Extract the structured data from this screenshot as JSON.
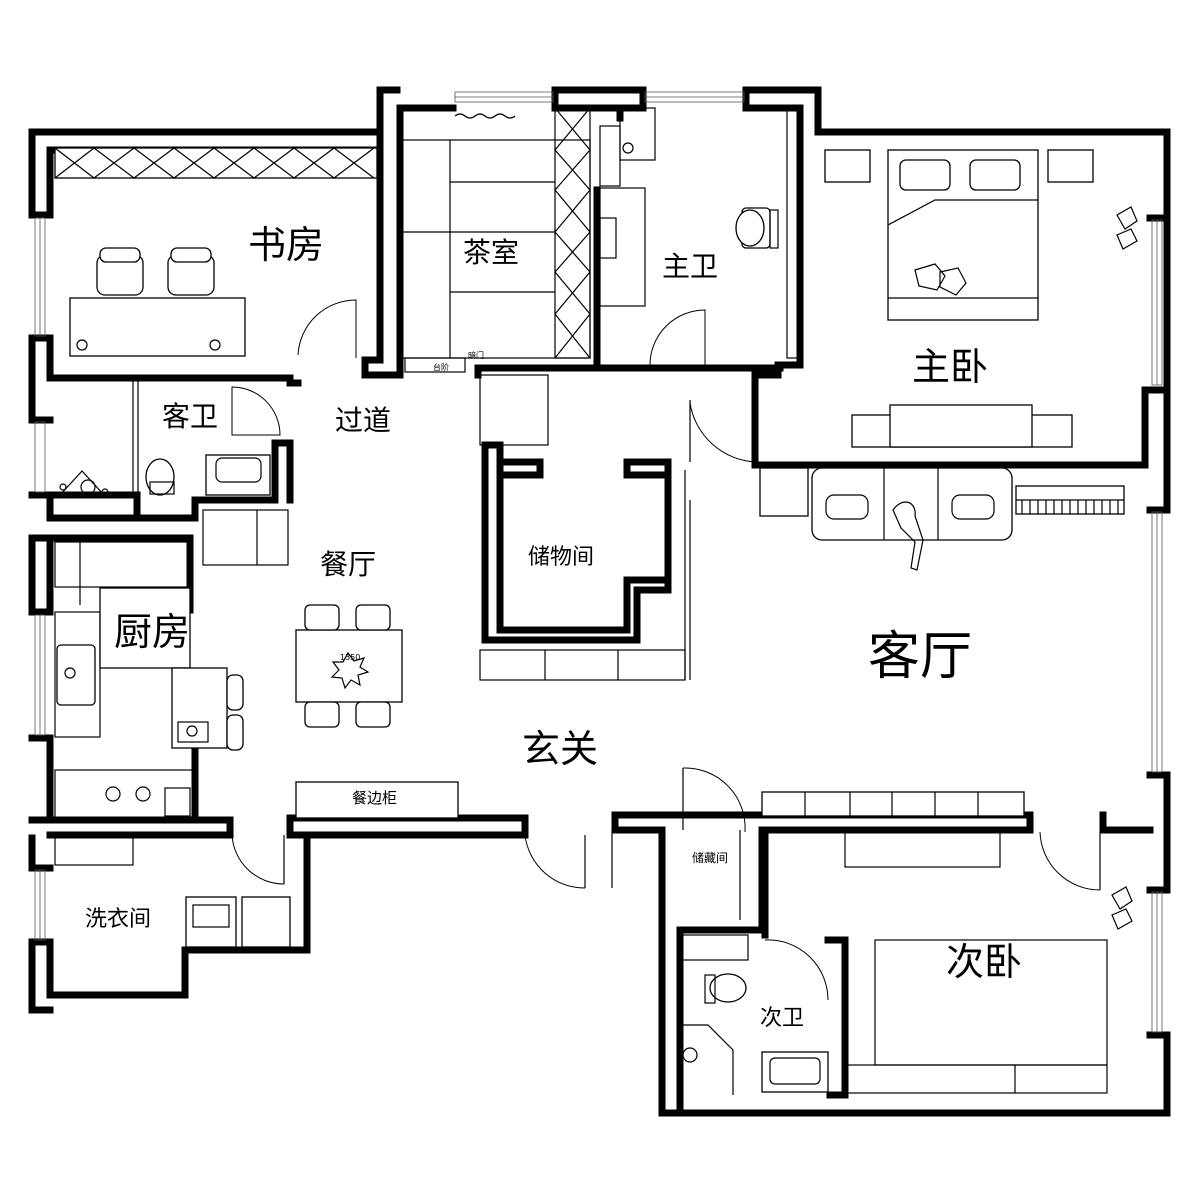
{
  "rooms": {
    "study": "书房",
    "tea_room": "茶室",
    "master_bath": "主卫",
    "master_bedroom": "主卧",
    "guest_bath": "客卫",
    "corridor": "过道",
    "storage_room": "储物间",
    "dining_room": "餐厅",
    "kitchen": "厨房",
    "living_room": "客厅",
    "entrance": "玄关",
    "sideboard": "餐边柜",
    "store_closet": "储藏间",
    "laundry": "洗衣间",
    "second_bedroom": "次卧",
    "second_bath": "次卫"
  },
  "small_labels": {
    "counter": "台阶",
    "hidden_door": "暗门",
    "table_size": "1350"
  },
  "colors": {
    "wall": "#000000",
    "line": "#000000",
    "background": "#ffffff"
  }
}
